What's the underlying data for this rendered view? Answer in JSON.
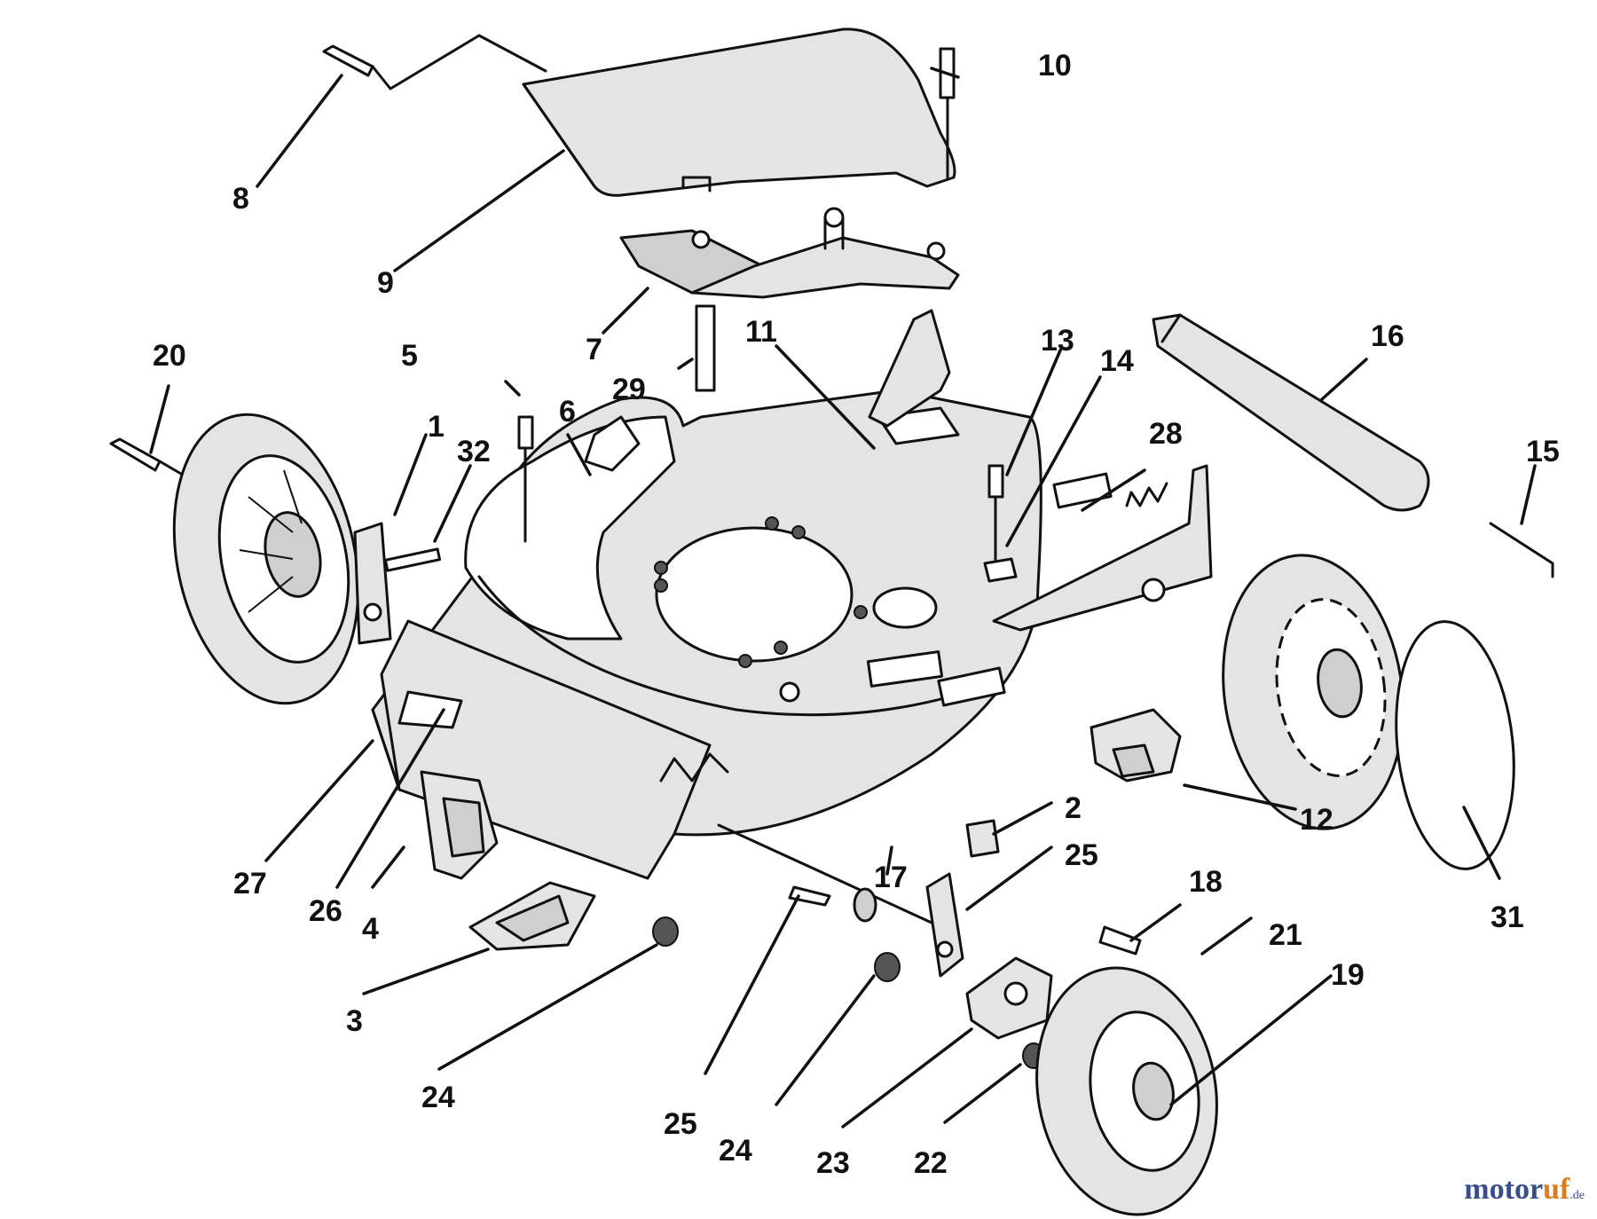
{
  "diagram": {
    "callouts": [
      {
        "id": "c1",
        "label": "1"
      },
      {
        "id": "c2",
        "label": "2"
      },
      {
        "id": "c3",
        "label": "3"
      },
      {
        "id": "c4",
        "label": "4"
      },
      {
        "id": "c5",
        "label": "5"
      },
      {
        "id": "c6",
        "label": "6"
      },
      {
        "id": "c7",
        "label": "7"
      },
      {
        "id": "c8",
        "label": "8"
      },
      {
        "id": "c9",
        "label": "9"
      },
      {
        "id": "c10",
        "label": "10"
      },
      {
        "id": "c11",
        "label": "11"
      },
      {
        "id": "c12",
        "label": "12"
      },
      {
        "id": "c13",
        "label": "13"
      },
      {
        "id": "c14",
        "label": "14"
      },
      {
        "id": "c15",
        "label": "15"
      },
      {
        "id": "c16",
        "label": "16"
      },
      {
        "id": "c17",
        "label": "17"
      },
      {
        "id": "c18",
        "label": "18"
      },
      {
        "id": "c19",
        "label": "19"
      },
      {
        "id": "c20",
        "label": "20"
      },
      {
        "id": "c21",
        "label": "21"
      },
      {
        "id": "c22",
        "label": "22"
      },
      {
        "id": "c23",
        "label": "23"
      },
      {
        "id": "c24a",
        "label": "24"
      },
      {
        "id": "c24b",
        "label": "24"
      },
      {
        "id": "c25",
        "label": "25"
      },
      {
        "id": "c26",
        "label": "26"
      },
      {
        "id": "c27",
        "label": "27"
      },
      {
        "id": "c28",
        "label": "28"
      },
      {
        "id": "c29",
        "label": "29"
      },
      {
        "id": "c30",
        "label": "30"
      },
      {
        "id": "c31",
        "label": "31"
      },
      {
        "id": "c32",
        "label": "32"
      }
    ]
  },
  "watermark": {
    "part1": "motor",
    "part2": "uf",
    "suffix": ".de",
    "color_primary": "#3a4e8c",
    "color_accent": "#e07a1a"
  }
}
